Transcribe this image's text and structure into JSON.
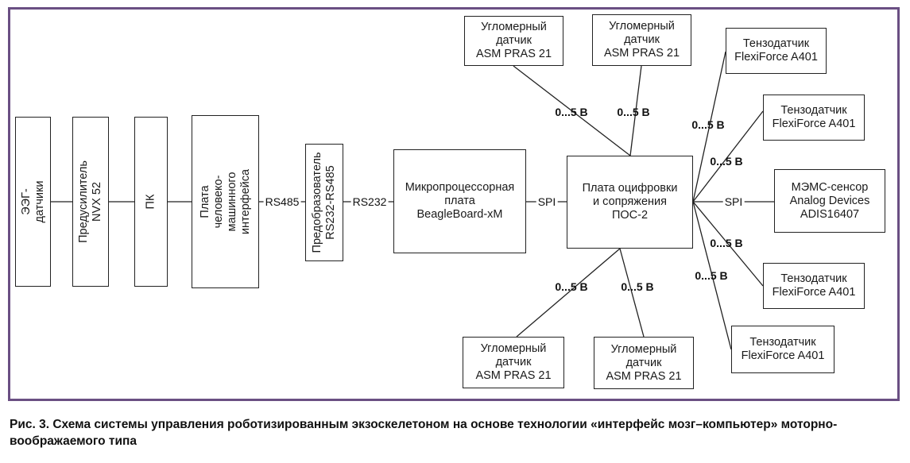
{
  "diagram": {
    "eeg": "ЭЭГ-датчики",
    "amp": "Предусилитель NVX 52",
    "pc": "ПК",
    "bci_board": "Плата\nчеловеко-машинного\nинтерфейса",
    "converter": "Предобразователь\nRS232-RS485",
    "mcu": "Микропроцессорная\nплата\nBeagleBoard-xM",
    "poc": "Плата оцифровки\nи сопряжения\nПОС-2",
    "angle_sensor": "Угломерный\nдатчик\nASM PRAS 21",
    "tenzo_sensor": "Тензодатчик\nFlexiForce A401",
    "mems": "МЭМС-сенсор\nAnalog Devices\nADIS16407",
    "links": {
      "rs485": "RS485",
      "rs232": "RS232",
      "spi": "SPI",
      "voltage": "0...5 В"
    }
  },
  "caption": "Рис. 3. Схема системы управления роботизированным экзоскелетоном на основе технологии «интерфейс мозг–компьютер» моторно-воображаемого типа"
}
